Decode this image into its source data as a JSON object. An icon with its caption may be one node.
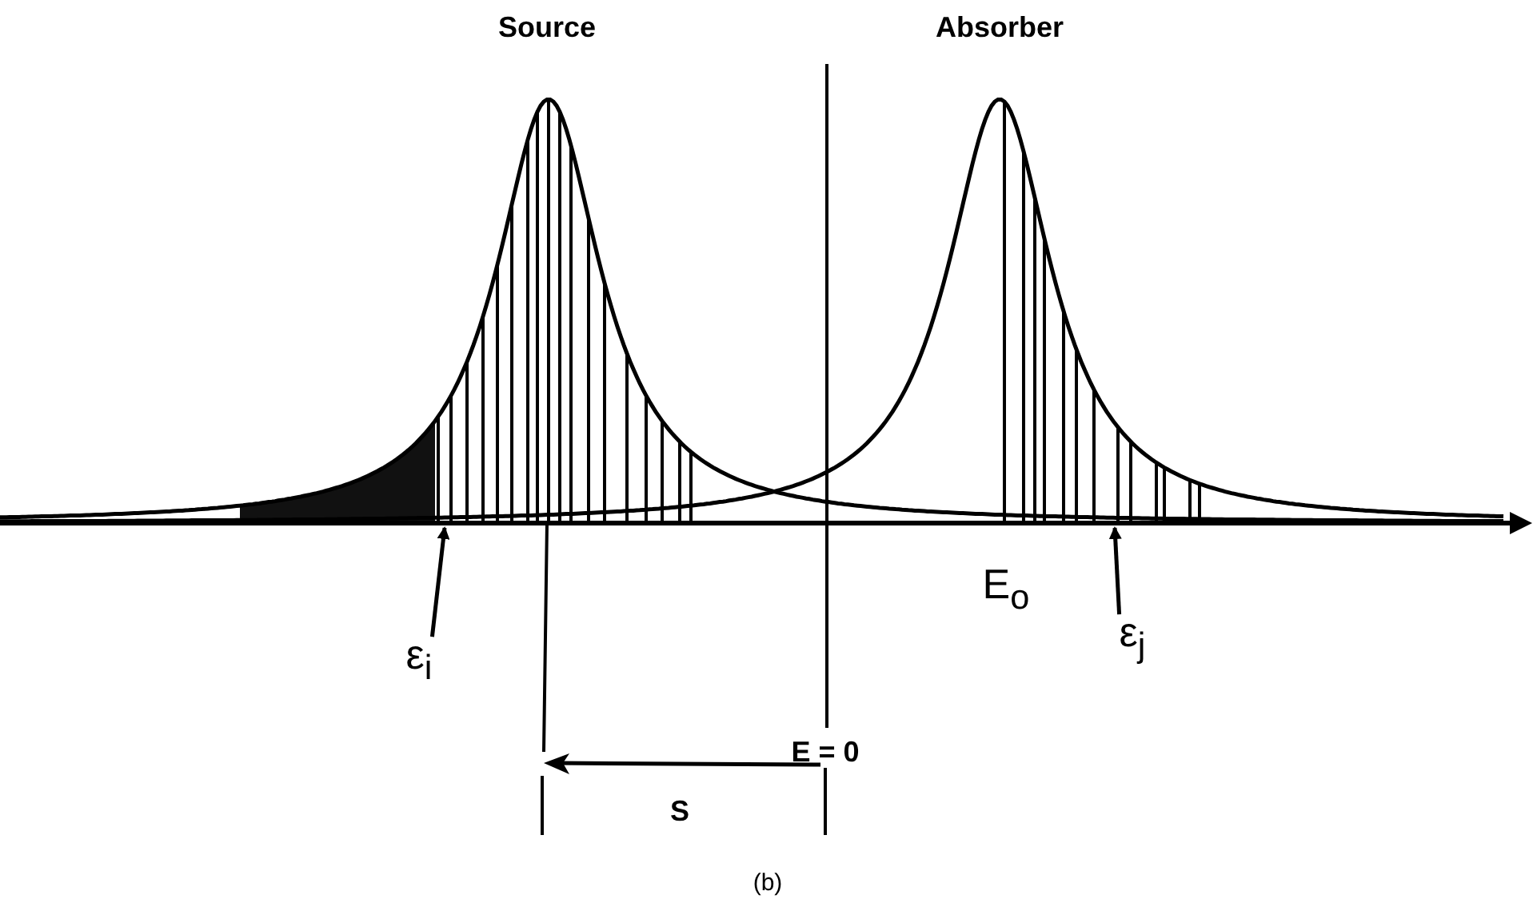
{
  "diagram": {
    "caption": "(b)",
    "nodes": [
      {
        "text": [
          "ε$_{i}$"
        ]
      },
      {
        "text": [
          "ε$_{j}$"
        ]
      }
    ],
    "edges": [
      {
        "from": 0,
        "to": null,
        "arrow": "to"
      },
      {
        "from": 1,
        "to": null,
        "arrow": "to"
      }
    ],
    "labels": [
      "Source",
      "Absorber",
      "E$_{o}$",
      "E = 0",
      "S"
    ]
  }
}
